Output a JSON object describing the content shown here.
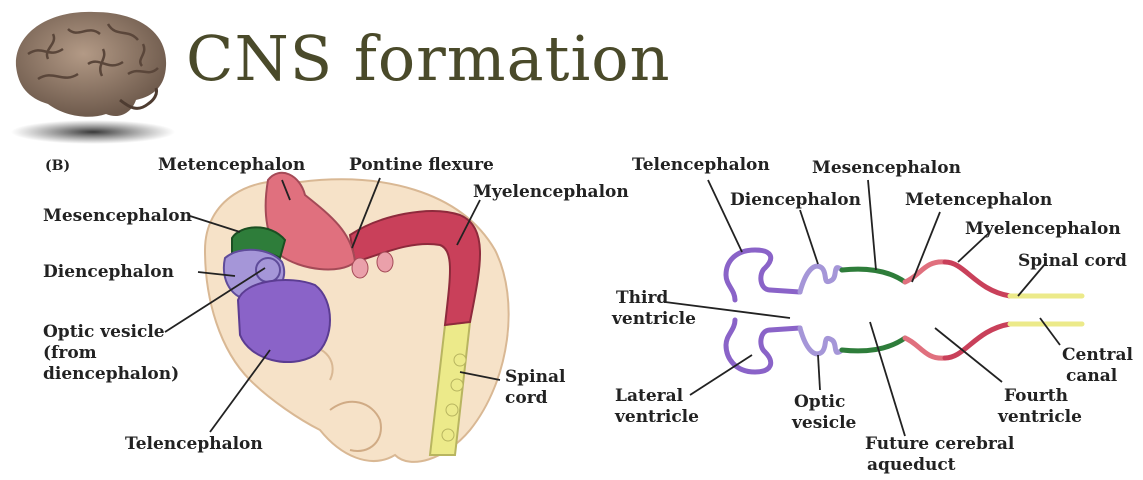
{
  "slide": {
    "title": "CNS formation",
    "icon": "brain-icon"
  },
  "figure_left": {
    "panel_label": "(B)",
    "labels": {
      "metencephalon": "Metencephalon",
      "pontine_flexure": "Pontine flexure",
      "myelencephalon": "Myelencephalon",
      "mesencephalon": "Mesencephalon",
      "diencephalon": "Diencephalon",
      "optic_vesicle": [
        "Optic vesicle",
        "(from",
        "diencephalon)"
      ],
      "spinal_cord": [
        "Spinal",
        "cord"
      ],
      "telencephalon": "Telencephalon"
    }
  },
  "figure_right": {
    "labels": {
      "telencephalon": "Telencephalon",
      "mesencephalon": "Mesencephalon",
      "diencephalon": "Diencephalon",
      "metencephalon": "Metencephalon",
      "myelencephalon": "Myelencephalon",
      "spinal_cord": "Spinal cord",
      "third_ventricle": [
        "Third",
        "ventricle"
      ],
      "central_canal": [
        "Central",
        "canal"
      ],
      "lateral_ventricle": [
        "Lateral",
        "ventricle"
      ],
      "optic_vesicle": [
        "Optic",
        "vesicle"
      ],
      "fourth_ventricle": [
        "Fourth",
        "ventricle"
      ],
      "future_cerebral_aqueduct": [
        "Future cerebral",
        "aqueduct"
      ]
    }
  },
  "colors": {
    "telencephalon": "#8a63c8",
    "diencephalon": "#a596d8",
    "mesencephalon": "#2e7d3a",
    "metencephalon": "#e0707e",
    "myelencephalon": "#c9405a",
    "spinal_cord": "#ecea8a",
    "embryo": "#f6e2c8",
    "title": "#4a4a2a"
  }
}
